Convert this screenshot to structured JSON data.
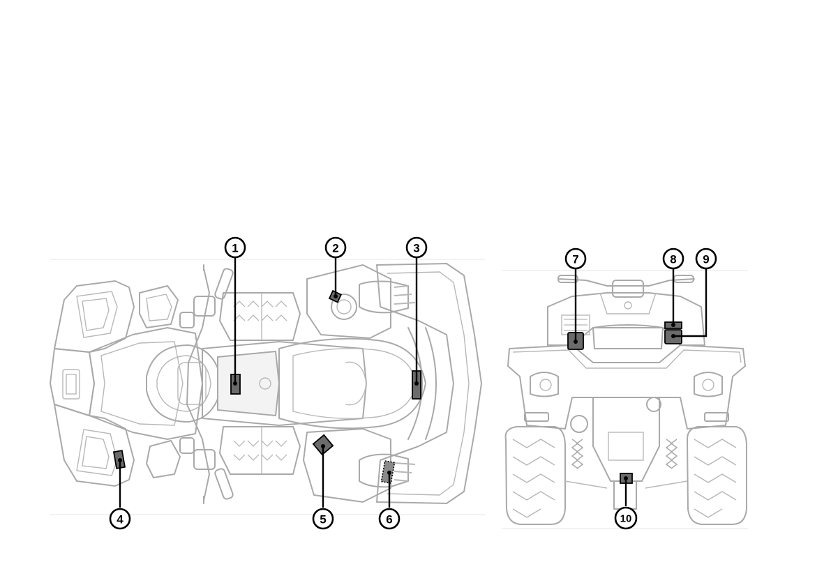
{
  "callouts": [
    {
      "id": "1",
      "label": "1"
    },
    {
      "id": "2",
      "label": "2"
    },
    {
      "id": "3",
      "label": "3"
    },
    {
      "id": "4",
      "label": "4"
    },
    {
      "id": "5",
      "label": "5"
    },
    {
      "id": "6",
      "label": "6"
    },
    {
      "id": "7",
      "label": "7"
    },
    {
      "id": "8",
      "label": "8"
    },
    {
      "id": "9",
      "label": "9"
    },
    {
      "id": "10",
      "label": "10"
    }
  ],
  "views": {
    "top": "top-view-atv",
    "rear": "rear-view-atv"
  }
}
